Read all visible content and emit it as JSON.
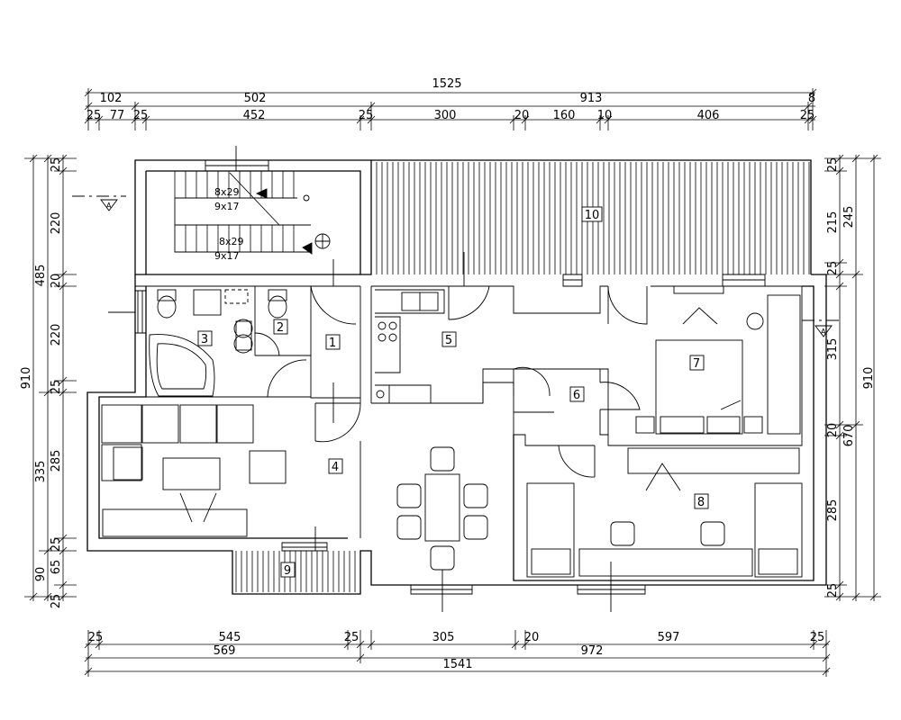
{
  "dimensions_top": {
    "overall": "1525",
    "row2": [
      "102",
      "502",
      "913",
      "8"
    ],
    "row3": [
      "25",
      "77",
      "25",
      "452",
      "25",
      "300",
      "20",
      "160",
      "10",
      "406",
      "25"
    ]
  },
  "dimensions_bottom": {
    "row1": [
      "25",
      "545",
      "25",
      "305",
      "20",
      "597",
      "25"
    ],
    "row2": [
      "569",
      "972"
    ],
    "overall": "1541"
  },
  "dimensions_left": {
    "overall": "910",
    "row2": [
      "485",
      "335",
      "90"
    ],
    "row3": [
      "25",
      "220",
      "20",
      "220",
      "25",
      "285",
      "25",
      "65",
      "25"
    ]
  },
  "dimensions_right": {
    "overall": "910",
    "row2": [
      "245",
      "315",
      "670"
    ],
    "row3": [
      "25",
      "215",
      "25",
      "20",
      "285",
      "25"
    ]
  },
  "rooms": [
    "1",
    "2",
    "3",
    "4",
    "5",
    "6",
    "7",
    "8",
    "9",
    "10"
  ],
  "stairs": {
    "flight1_a": "8x29",
    "flight1_b": "9x17",
    "flight2_a": "8x29",
    "flight2_b": "9x17"
  },
  "section_marks": [
    "A",
    "A"
  ]
}
